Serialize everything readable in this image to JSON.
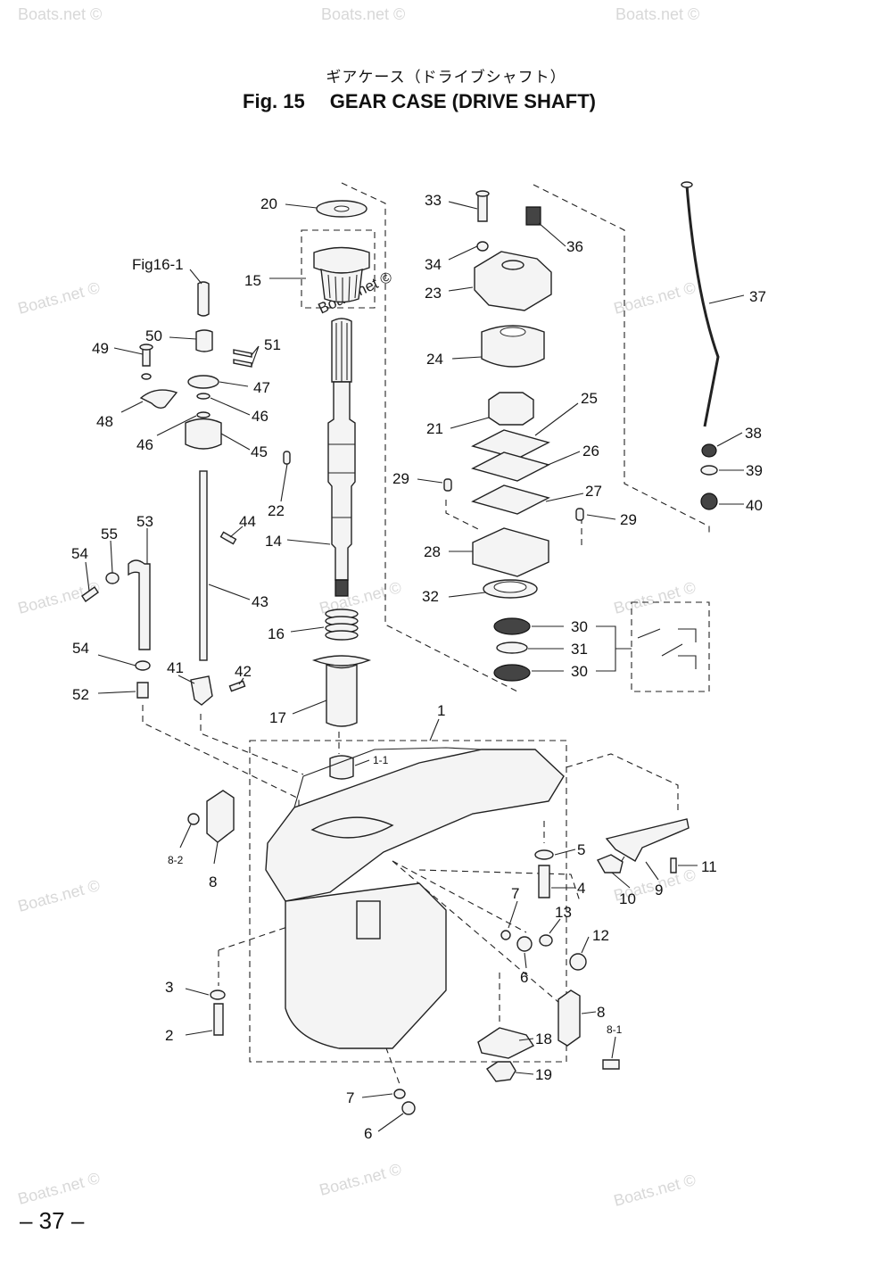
{
  "header": {
    "japanese_title": "ギアケース（ドライブシャフト）",
    "figure_number": "Fig. 15",
    "figure_title": "GEAR CASE (DRIVE SHAFT)"
  },
  "watermark": "Boats.net ©",
  "footer": {
    "page_number": "– 37 –"
  },
  "callouts": [
    {
      "id": "c20",
      "label": "20"
    },
    {
      "id": "c15",
      "label": "15"
    },
    {
      "id": "cfig",
      "label": "Fig16-1"
    },
    {
      "id": "c50",
      "label": "50"
    },
    {
      "id": "c51",
      "label": "51"
    },
    {
      "id": "c49",
      "label": "49"
    },
    {
      "id": "c47",
      "label": "47"
    },
    {
      "id": "c46a",
      "label": "46"
    },
    {
      "id": "c48",
      "label": "48"
    },
    {
      "id": "c46b",
      "label": "46"
    },
    {
      "id": "c45",
      "label": "45"
    },
    {
      "id": "c22",
      "label": "22"
    },
    {
      "id": "c53",
      "label": "53"
    },
    {
      "id": "c44",
      "label": "44"
    },
    {
      "id": "c55",
      "label": "55"
    },
    {
      "id": "c54a",
      "label": "54"
    },
    {
      "id": "c14",
      "label": "14"
    },
    {
      "id": "c43",
      "label": "43"
    },
    {
      "id": "c16",
      "label": "16"
    },
    {
      "id": "c54b",
      "label": "54"
    },
    {
      "id": "c41",
      "label": "41"
    },
    {
      "id": "c42",
      "label": "42"
    },
    {
      "id": "c52",
      "label": "52"
    },
    {
      "id": "c17",
      "label": "17"
    },
    {
      "id": "c33",
      "label": "33"
    },
    {
      "id": "c36",
      "label": "36"
    },
    {
      "id": "c34",
      "label": "34"
    },
    {
      "id": "c23",
      "label": "23"
    },
    {
      "id": "c24",
      "label": "24"
    },
    {
      "id": "c25",
      "label": "25"
    },
    {
      "id": "c21",
      "label": "21"
    },
    {
      "id": "c26",
      "label": "26"
    },
    {
      "id": "c29a",
      "label": "29"
    },
    {
      "id": "c27",
      "label": "27"
    },
    {
      "id": "c29b",
      "label": "29"
    },
    {
      "id": "c28",
      "label": "28"
    },
    {
      "id": "c32",
      "label": "32"
    },
    {
      "id": "c30a",
      "label": "30"
    },
    {
      "id": "c31",
      "label": "31"
    },
    {
      "id": "c30b",
      "label": "30"
    },
    {
      "id": "c37",
      "label": "37"
    },
    {
      "id": "c38",
      "label": "38"
    },
    {
      "id": "c39",
      "label": "39"
    },
    {
      "id": "c40",
      "label": "40"
    },
    {
      "id": "c1",
      "label": "1"
    },
    {
      "id": "c1_1",
      "label": "1-1"
    },
    {
      "id": "c8_2",
      "label": "8-2"
    },
    {
      "id": "c8a",
      "label": "8"
    },
    {
      "id": "c5",
      "label": "5"
    },
    {
      "id": "c4",
      "label": "4"
    },
    {
      "id": "c11",
      "label": "11"
    },
    {
      "id": "c10",
      "label": "10"
    },
    {
      "id": "c9",
      "label": "9"
    },
    {
      "id": "c7a",
      "label": "7"
    },
    {
      "id": "c13",
      "label": "13"
    },
    {
      "id": "c12",
      "label": "12"
    },
    {
      "id": "c6a",
      "label": "6"
    },
    {
      "id": "c3",
      "label": "3"
    },
    {
      "id": "c2",
      "label": "2"
    },
    {
      "id": "c8b",
      "label": "8"
    },
    {
      "id": "c8_1",
      "label": "8-1"
    },
    {
      "id": "c18",
      "label": "18"
    },
    {
      "id": "c19",
      "label": "19"
    },
    {
      "id": "c7b",
      "label": "7"
    },
    {
      "id": "c6b",
      "label": "6"
    }
  ]
}
